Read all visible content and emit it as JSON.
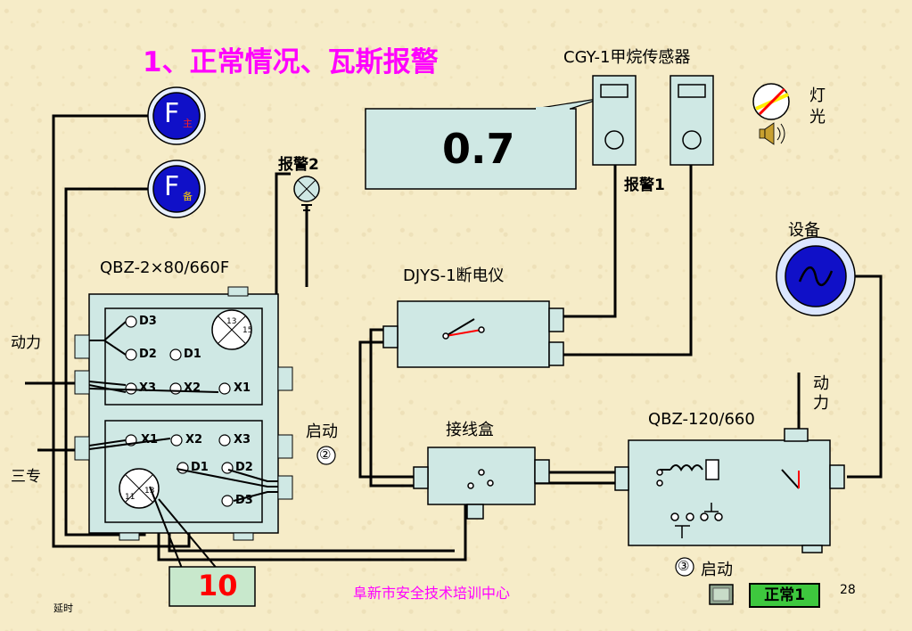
{
  "title": "1、正常情况、瓦斯报警",
  "sensor_title": "CGY-1甲烷传感器",
  "display_value": "0.7",
  "alarm1_label": "报警1",
  "alarm2_label": "报警2",
  "light_label": "灯光",
  "equipment_label": "设备",
  "fan_main": {
    "letter": "F",
    "sub": "主"
  },
  "fan_backup": {
    "letter": "F",
    "sub": "备"
  },
  "qbz_left_label": "QBZ-2×80/660F",
  "djys_label": "DJYS-1断电仪",
  "junction_label": "接线盒",
  "qbz_right_label": "QBZ-120/660",
  "power_left_label": "动力",
  "power_right_label": "动力",
  "three_special_label": "三专",
  "start2_label": "启动",
  "start2_num": "②",
  "start3_label": "启动",
  "start3_num": "③",
  "timer_value": "10",
  "delay_label": "延时",
  "footer_center": "阜新市安全技术培训中心",
  "page_number": "28",
  "status_button": "正常1",
  "left_box_top_labels": [
    "D3",
    "D2",
    "D1",
    "X3",
    "X2",
    "X1"
  ],
  "left_box_bottom_labels": [
    "X1",
    "X2",
    "X3",
    "D1",
    "D2",
    "D3"
  ],
  "dial_top_numbers": [
    "13",
    "15"
  ],
  "dial_bottom_numbers": [
    "11",
    "13"
  ],
  "colors": {
    "title": "#ff00ff",
    "box_fill": "#cfe8e4",
    "fan_blue": "#1010c8",
    "timer_fill": "#c8e8cc",
    "timer_text": "#ff0000",
    "status_fill": "#3ec83e",
    "footer": "#ff00ff"
  }
}
